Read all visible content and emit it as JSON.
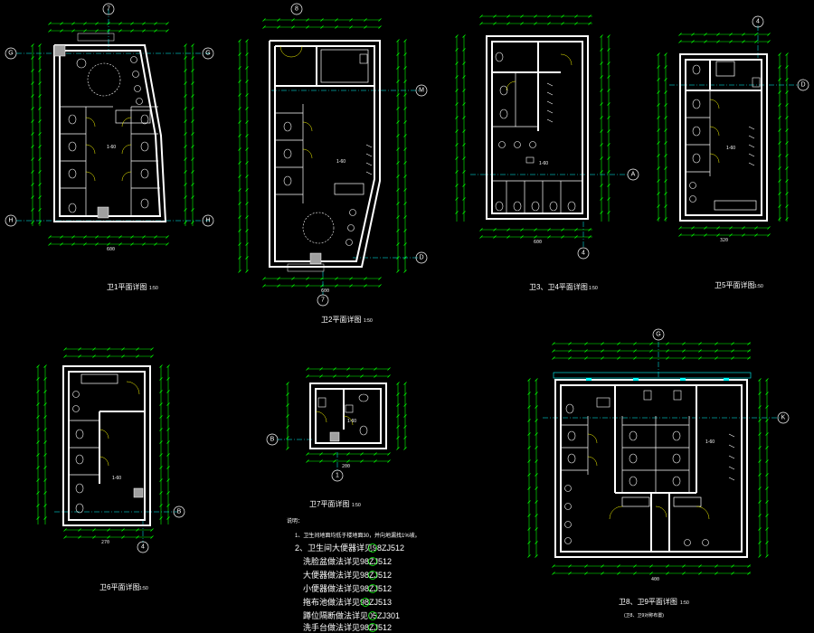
{
  "colors": {
    "background": "#000000",
    "wall": "#ffffff",
    "dimension": "#00ff00",
    "fixture": "#ffffff",
    "grid_line": "#00ffff",
    "door": "#ffff00",
    "accent": "#ff00ff",
    "hatch": "#a0a0a0"
  },
  "plans": {
    "p1": {
      "title": "卫1平面详图",
      "scale": "1:50",
      "axis_top": "7",
      "axis_left_top": "G",
      "axis_right_top": "G",
      "axis_left_bottom": "H",
      "axis_right_bottom": "H",
      "room_label": "1-60",
      "width_dim": "600"
    },
    "p2": {
      "title": "卫2平面详图",
      "scale": "1:50",
      "axis_top": "8",
      "axis_bottom": "7",
      "axis_right_top": "M",
      "axis_right_bottom": "D",
      "room_label": "1-60",
      "width_dim": "600"
    },
    "p3": {
      "title": "卫3、卫4平面详图",
      "scale": "1:50",
      "axis_top": "",
      "axis_bottom": "4",
      "axis_right": "A",
      "room_label": "1-60",
      "width_dim": "600"
    },
    "p4": {
      "title": "卫5平面详图",
      "scale": "1:50",
      "axis_top": "4",
      "axis_right": "D",
      "room_label": "1-60",
      "width_dim": "320"
    },
    "p5": {
      "title": "卫6平面详图",
      "scale": "1:50",
      "axis_bottom": "4",
      "axis_right": "B",
      "room_label": "1-60",
      "width_dim": "270"
    },
    "p6": {
      "title": "卫7平面详图",
      "scale": "1:50",
      "axis_bottom": "1",
      "axis_left": "B",
      "room_label": "1-60",
      "width_dim": "200"
    },
    "p7": {
      "title": "卫8、卫9平面详图",
      "scale": "1:50",
      "subtitle": "(卫8、卫9对称布置)",
      "axis_top": "G",
      "axis_right": "K",
      "room_label": "1-60",
      "width_dim": "400"
    }
  },
  "notes": {
    "heading": "说明：",
    "items": [
      "1、卫生间地面均低于楼地面30，并向地漏找1%坡。",
      "2、卫生间大便器详见98ZJ512",
      "洗脸盆做法详见98ZJ512",
      "大便器做法详见98ZJ512",
      "小便器做法详见98ZJ512",
      "拖布池做法详见98ZJ513",
      "蹲位隔断做法详见05ZJ301",
      "洗手台做法详见98ZJ512"
    ]
  }
}
